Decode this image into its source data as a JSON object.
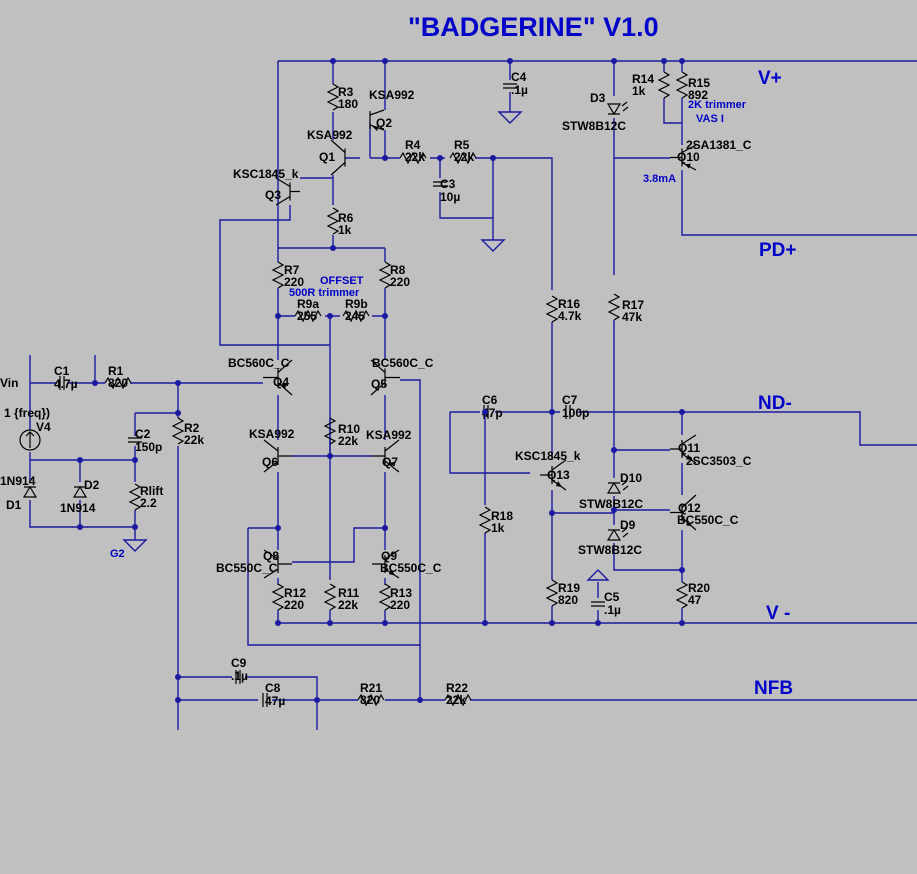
{
  "title": "\"BADGERINE\" V1.0",
  "nets": {
    "vplus": "V+",
    "pdplus": "PD+",
    "ndminus": "ND-",
    "vminus": "V -",
    "nfb": "NFB",
    "g2": "G2",
    "vin": "Vin"
  },
  "notes": {
    "trim_vas": "2K trimmer",
    "vas_i": "VAS I",
    "offset": "OFFSET",
    "trim_offset": "500R trimmer",
    "current": "3.8mA",
    "source": "1 {freq})"
  },
  "components": {
    "R1": {
      "ref": "R1",
      "value": "820"
    },
    "R2": {
      "ref": "R2",
      "value": "22k"
    },
    "R3": {
      "ref": "R3",
      "value": "180"
    },
    "R4": {
      "ref": "R4",
      "value": "22k"
    },
    "R5": {
      "ref": "R5",
      "value": "22k"
    },
    "R6": {
      "ref": "R6",
      "value": "1k"
    },
    "R7": {
      "ref": "R7",
      "value": "220"
    },
    "R8": {
      "ref": "R8",
      "value": "220"
    },
    "R9a": {
      "ref": "R9a",
      "value": "255"
    },
    "R9b": {
      "ref": "R9b",
      "value": "245"
    },
    "R10": {
      "ref": "R10",
      "value": "22k"
    },
    "R11": {
      "ref": "R11",
      "value": "22k"
    },
    "R12": {
      "ref": "R12",
      "value": "220"
    },
    "R13": {
      "ref": "R13",
      "value": "220"
    },
    "R14": {
      "ref": "R14",
      "value": "1k"
    },
    "R15": {
      "ref": "R15",
      "value": "892"
    },
    "R16": {
      "ref": "R16",
      "value": "4.7k"
    },
    "R17": {
      "ref": "R17",
      "value": "47k"
    },
    "R18": {
      "ref": "R18",
      "value": "1k"
    },
    "R19": {
      "ref": "R19",
      "value": "820"
    },
    "R20": {
      "ref": "R20",
      "value": "47"
    },
    "R21": {
      "ref": "R21",
      "value": "820"
    },
    "R22": {
      "ref": "R22",
      "value": "22k"
    },
    "Rlift": {
      "ref": "Rlift",
      "value": "2.2"
    },
    "C1": {
      "ref": "C1",
      "value": "4.7µ"
    },
    "C2": {
      "ref": "C2",
      "value": "150p"
    },
    "C3": {
      "ref": "C3",
      "value": "10µ"
    },
    "C4": {
      "ref": "C4",
      "value": ".1µ"
    },
    "C5": {
      "ref": "C5",
      "value": ".1µ"
    },
    "C6": {
      "ref": "C6",
      "value": "47p"
    },
    "C7": {
      "ref": "C7",
      "value": "100p"
    },
    "C8": {
      "ref": "C8",
      "value": "47µ"
    },
    "C9": {
      "ref": "C9",
      "value": ".1µ"
    },
    "Q1": {
      "ref": "Q1",
      "value": "KSA992"
    },
    "Q2": {
      "ref": "Q2",
      "value": "KSA992"
    },
    "Q3": {
      "ref": "Q3",
      "value": "KSC1845_k"
    },
    "Q4": {
      "ref": "Q4",
      "value": "BC560C_C"
    },
    "Q5": {
      "ref": "Q5",
      "value": "BC560C_C"
    },
    "Q6": {
      "ref": "Q6",
      "value": "KSA992"
    },
    "Q7": {
      "ref": "Q7",
      "value": "KSA992"
    },
    "Q8": {
      "ref": "Q8",
      "value": "BC550C_C"
    },
    "Q9": {
      "ref": "Q9",
      "value": "BC550C_C"
    },
    "Q10": {
      "ref": "Q10",
      "value": "2SA1381_C"
    },
    "Q11": {
      "ref": "Q11",
      "value": "2SC3503_C"
    },
    "Q12": {
      "ref": "Q12",
      "value": "BC550C_C"
    },
    "Q13": {
      "ref": "Q13",
      "value": "KSC1845_k"
    },
    "D1": {
      "ref": "D1",
      "value": "1N914"
    },
    "D2": {
      "ref": "D2",
      "value": "1N914"
    },
    "D3": {
      "ref": "D3",
      "value": "STW8B12C"
    },
    "D9": {
      "ref": "D9",
      "value": "STW8B12C"
    },
    "D10": {
      "ref": "D10",
      "value": "STW8B12C"
    },
    "V4": {
      "ref": "V4"
    }
  }
}
